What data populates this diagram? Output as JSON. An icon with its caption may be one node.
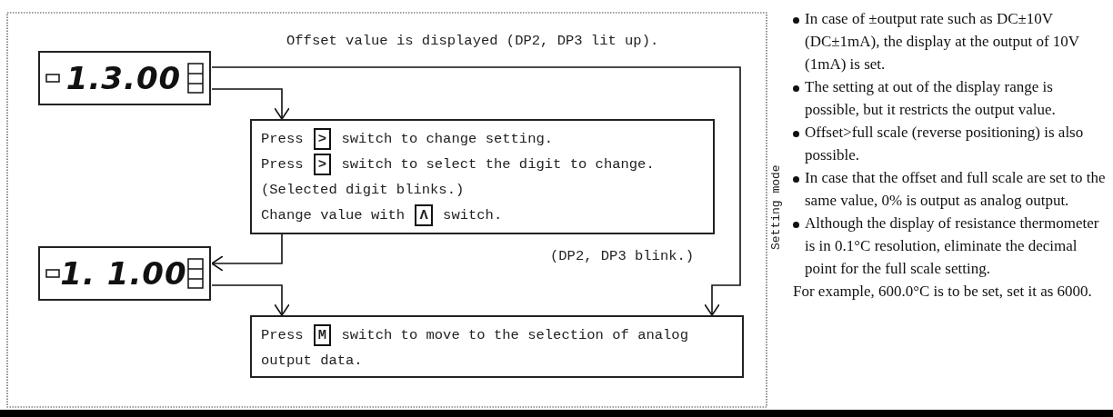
{
  "diagram": {
    "nodes": [
      {
        "text": [
          "1.3.00"
        ]
      },
      {
        "text": [
          "Press > switch to change setting.",
          "Press > switch to select the digit to change.",
          "(Selected digit blinks.)",
          "Change value with Λ switch."
        ]
      },
      {
        "text": [
          "1. 1.00"
        ]
      },
      {
        "text": [
          "Press M switch to move to the selection of analog output data."
        ]
      }
    ],
    "edges": [
      {
        "from": 0,
        "to": 1,
        "arrow": "to"
      },
      {
        "from": 0,
        "to": 3,
        "arrow": "to"
      },
      {
        "from": 1,
        "to": 2,
        "arrow": "to"
      },
      {
        "from": 2,
        "to": 3,
        "arrow": "to"
      }
    ],
    "labels": [
      "Offset value is displayed (DP2, DP3 lit up).",
      "(DP2, DP3 blink.)",
      "Setting mode",
      "In case of ±output rate such as DC±10V (DC±1mA), the display at the output of 10V (1mA) is set.",
      "The setting at out of the display range is possible, but it restricts the output value.",
      "Offset>full scale (reverse positioning) is also possible.",
      "In case that the offset and full scale are set to the same value, 0% is output as analog output.",
      "Although the display of resistance thermometer is in 0.1°C resolution, eliminate the decimal point for the full scale setting.",
      "For example, 600.0°C is to be set, set it as 6000."
    ]
  }
}
